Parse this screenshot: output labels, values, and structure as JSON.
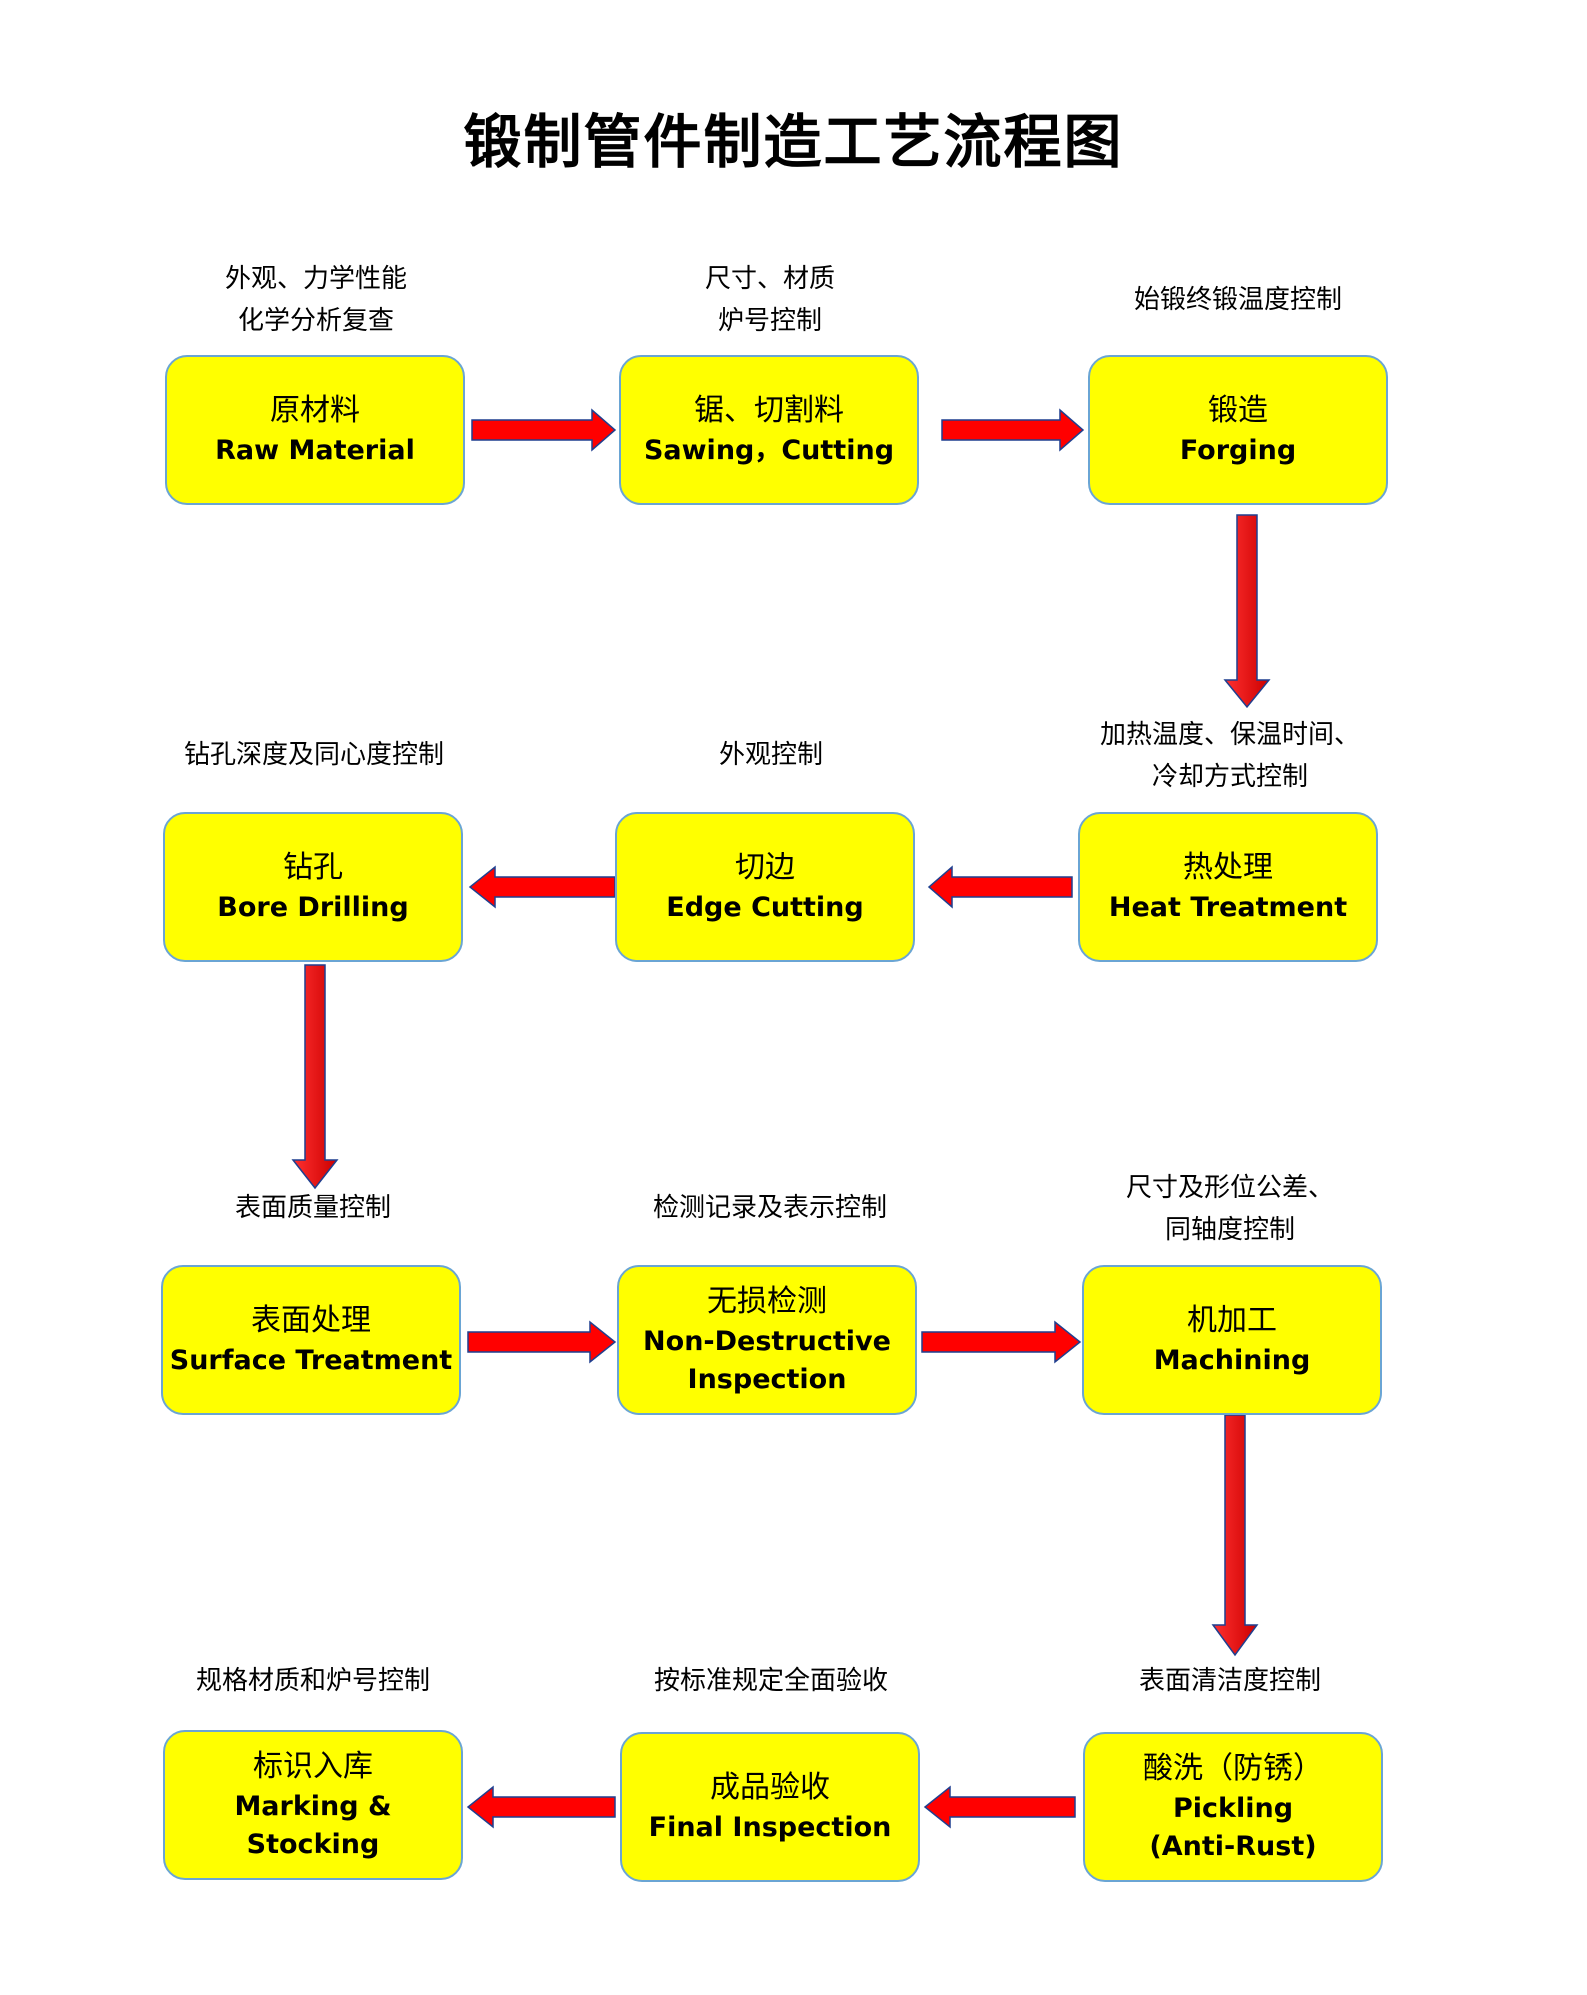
{
  "title": "锻制管件制造工艺流程图",
  "colors": {
    "box_fill": "#ffff00",
    "box_border": "#6aa5d4",
    "arrow_fill": "#ff0000",
    "arrow_edge": "#1f3f8f"
  },
  "steps": [
    {
      "cn": "原材料",
      "en": [
        "Raw Material"
      ],
      "note": [
        "外观、力学性能",
        "化学分析复查"
      ]
    },
    {
      "cn": "锯、切割料",
      "en": [
        "Sawing，Cutting"
      ],
      "note": [
        "尺寸、材质",
        "炉号控制"
      ]
    },
    {
      "cn": "锻造",
      "en": [
        "Forging"
      ],
      "note": [
        "始锻终锻温度控制"
      ]
    },
    {
      "cn": "热处理",
      "en": [
        "Heat Treatment"
      ],
      "note": [
        "加热温度、保温时间、",
        "冷却方式控制"
      ]
    },
    {
      "cn": "切边",
      "en": [
        "Edge Cutting"
      ],
      "note": [
        "外观控制"
      ]
    },
    {
      "cn": "钻孔",
      "en": [
        "Bore Drilling"
      ],
      "note": [
        "钻孔深度及同心度控制"
      ]
    },
    {
      "cn": "表面处理",
      "en": [
        "Surface Treatment"
      ],
      "note": [
        "表面质量控制"
      ]
    },
    {
      "cn": "无损检测",
      "en": [
        "Non-Destructive",
        "Inspection"
      ],
      "note": [
        "检测记录及表示控制"
      ]
    },
    {
      "cn": "机加工",
      "en": [
        "Machining"
      ],
      "note": [
        "尺寸及形位公差、",
        "同轴度控制"
      ]
    },
    {
      "cn": "酸洗（防锈）",
      "en": [
        "Pickling",
        "(Anti-Rust)"
      ],
      "note": [
        "表面清洁度控制"
      ]
    },
    {
      "cn": "成品验收",
      "en": [
        "Final Inspection"
      ],
      "note": [
        "按标准规定全面验收"
      ]
    },
    {
      "cn": "标识入库",
      "en": [
        "Marking &",
        "Stocking"
      ],
      "note": [
        "规格材质和炉号控制"
      ]
    }
  ]
}
